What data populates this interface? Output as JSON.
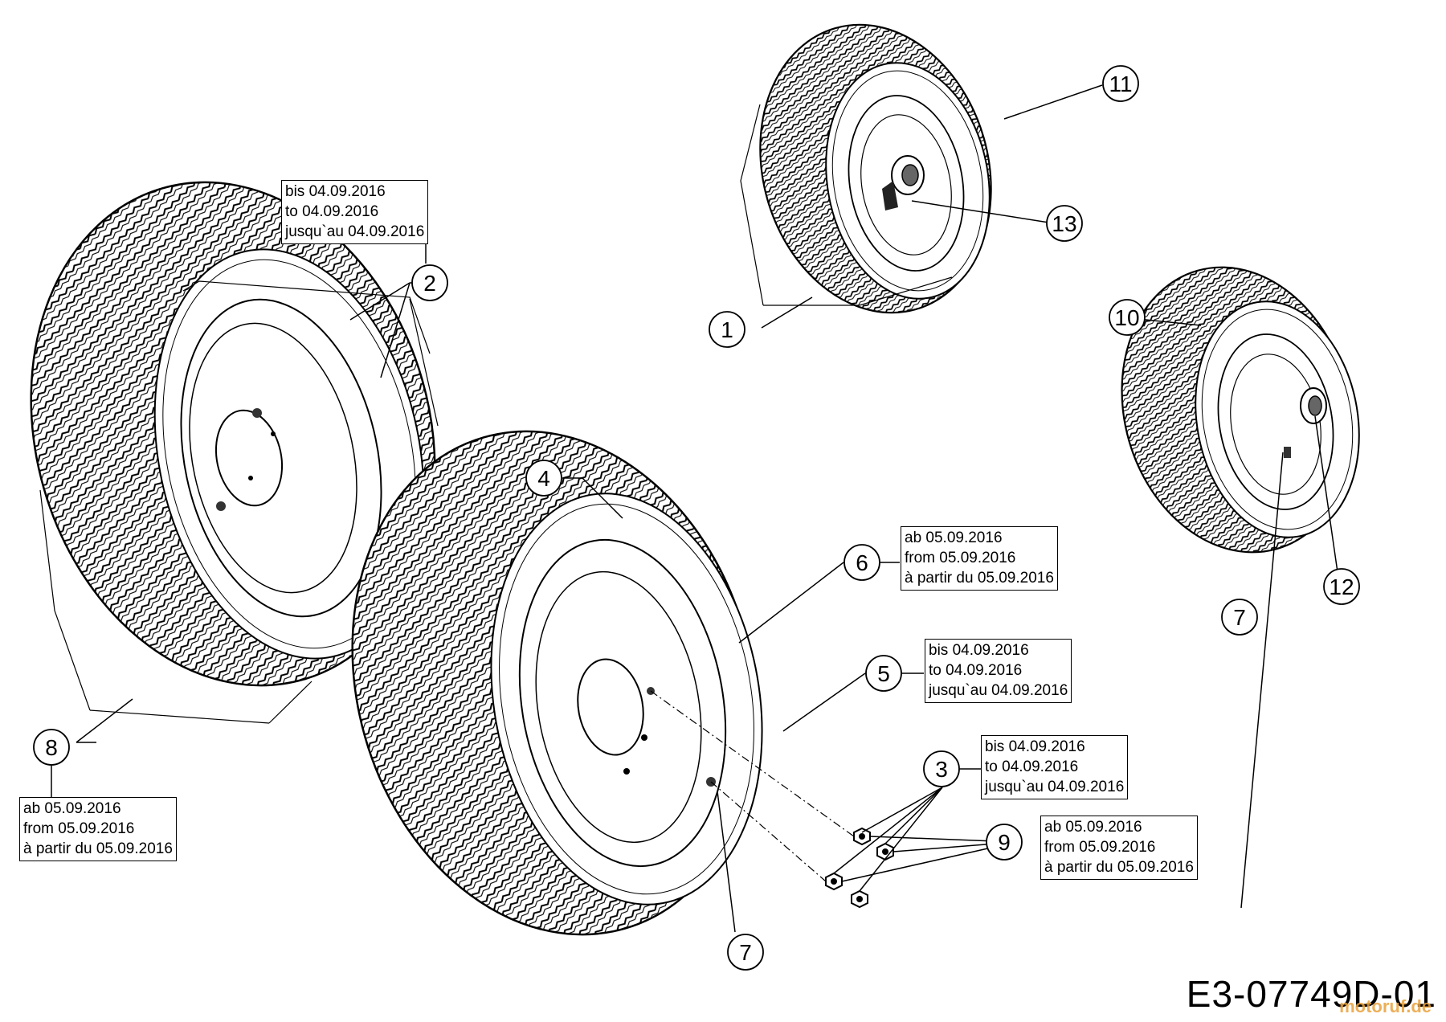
{
  "drawing_number": "E3-07749D-01",
  "watermark": "motoruf.de",
  "callouts": [
    {
      "id": "c1",
      "label": "1"
    },
    {
      "id": "c2",
      "label": "2"
    },
    {
      "id": "c3",
      "label": "3"
    },
    {
      "id": "c4",
      "label": "4"
    },
    {
      "id": "c5",
      "label": "5"
    },
    {
      "id": "c6",
      "label": "6"
    },
    {
      "id": "c7a",
      "label": "7"
    },
    {
      "id": "c7b",
      "label": "7"
    },
    {
      "id": "c8",
      "label": "8"
    },
    {
      "id": "c9",
      "label": "9"
    },
    {
      "id": "c10",
      "label": "10"
    },
    {
      "id": "c11",
      "label": "11"
    },
    {
      "id": "c12",
      "label": "12"
    },
    {
      "id": "c13",
      "label": "13"
    }
  ],
  "notes": {
    "part2": {
      "lines": [
        "bis 04.09.2016",
        "to 04.09.2016",
        "jusqu`au 04.09.2016"
      ]
    },
    "part8": {
      "lines": [
        "ab 05.09.2016",
        "from 05.09.2016",
        "à partir du 05.09.2016"
      ]
    },
    "part6": {
      "lines": [
        "ab 05.09.2016",
        "from 05.09.2016",
        "à partir du 05.09.2016"
      ]
    },
    "part5": {
      "lines": [
        "bis 04.09.2016",
        "to 04.09.2016",
        "jusqu`au 04.09.2016"
      ]
    },
    "part3": {
      "lines": [
        "bis 04.09.2016",
        "to 04.09.2016",
        "jusqu`au 04.09.2016"
      ]
    },
    "part9": {
      "lines": [
        "ab 05.09.2016",
        "from 05.09.2016",
        "à partir du 05.09.2016"
      ]
    }
  }
}
